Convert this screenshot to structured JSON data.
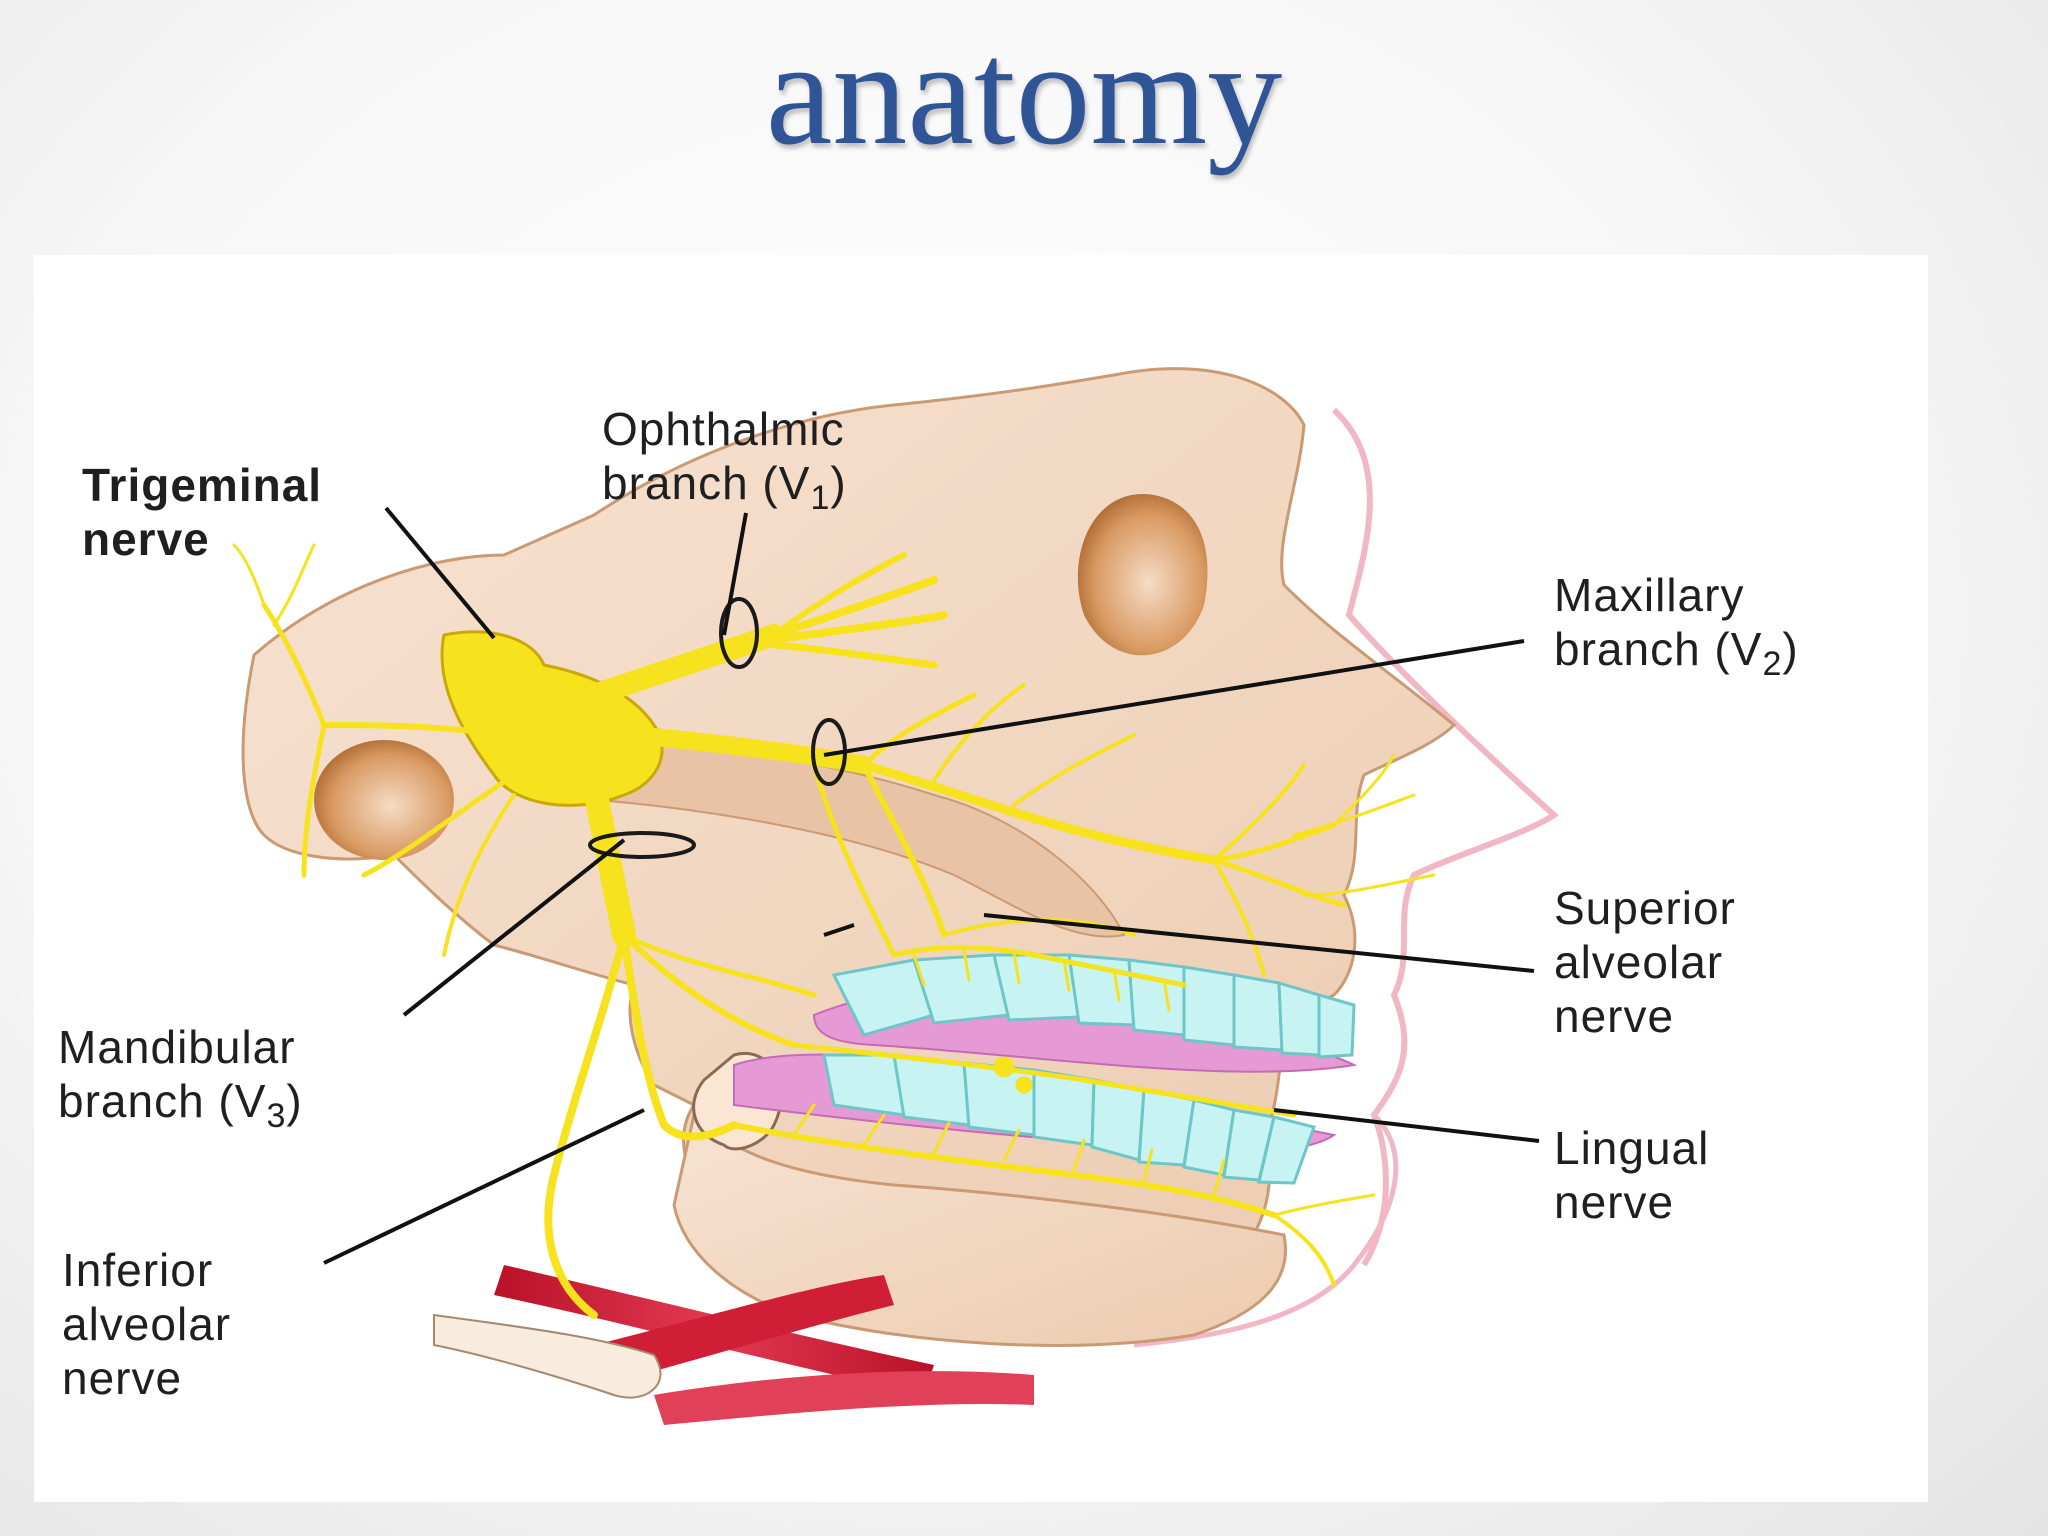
{
  "slide": {
    "title": "anatomy"
  },
  "figure": {
    "labels": {
      "trigeminal": [
        "Trigeminal",
        "nerve"
      ],
      "ophthalmic": [
        "Ophthalmic",
        "branch (V",
        "1",
        ")"
      ],
      "maxillary": [
        "Maxillary",
        "branch (V",
        "2",
        ")"
      ],
      "superior_alveolar": [
        "Superior",
        "alveolar",
        "nerve"
      ],
      "mandibular": [
        "Mandibular",
        "branch (V",
        "3",
        ")"
      ],
      "lingual": [
        "Lingual",
        "nerve"
      ],
      "inferior_alveolar": [
        "Inferior",
        "alveolar",
        "nerve"
      ]
    },
    "colors": {
      "title": "#2f5597",
      "bone": "#f3d9c4",
      "bone_shadow": "#b8763f",
      "nerve": "#f6e21d",
      "nerve_outline": "#c9a80a",
      "teeth": "#c7f3f3",
      "gum": "#e59ad6",
      "muscle": "#d8203a",
      "skin_outline": "#f2b7c4",
      "leader_line": "#111111"
    }
  }
}
